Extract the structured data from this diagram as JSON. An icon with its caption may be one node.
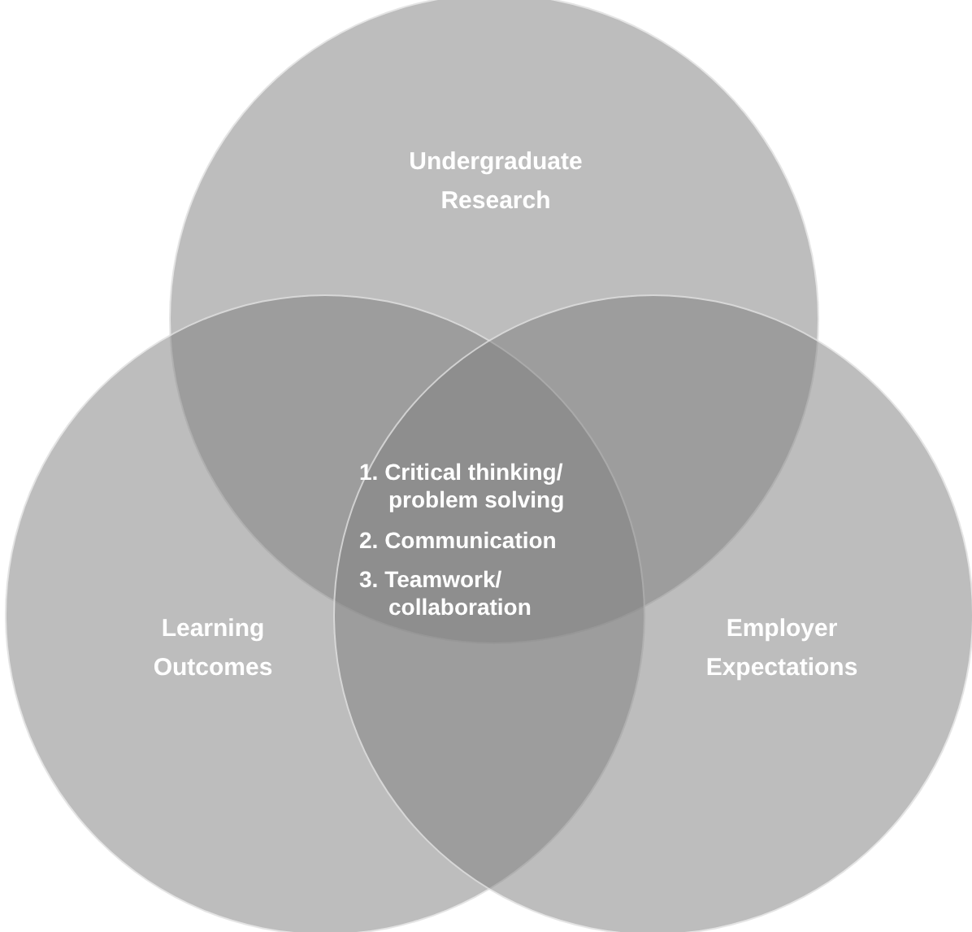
{
  "diagram": {
    "nodes": [
      {
        "text": [
          "Undergraduate Research"
        ]
      },
      {
        "text": [
          "Learning Outcomes"
        ]
      },
      {
        "text": [
          "Employer Expectations"
        ]
      }
    ],
    "labels": [
      "1. Critical thinking/ problem solving",
      "2. Communication",
      "3. Teamwork/ collaboration"
    ]
  }
}
